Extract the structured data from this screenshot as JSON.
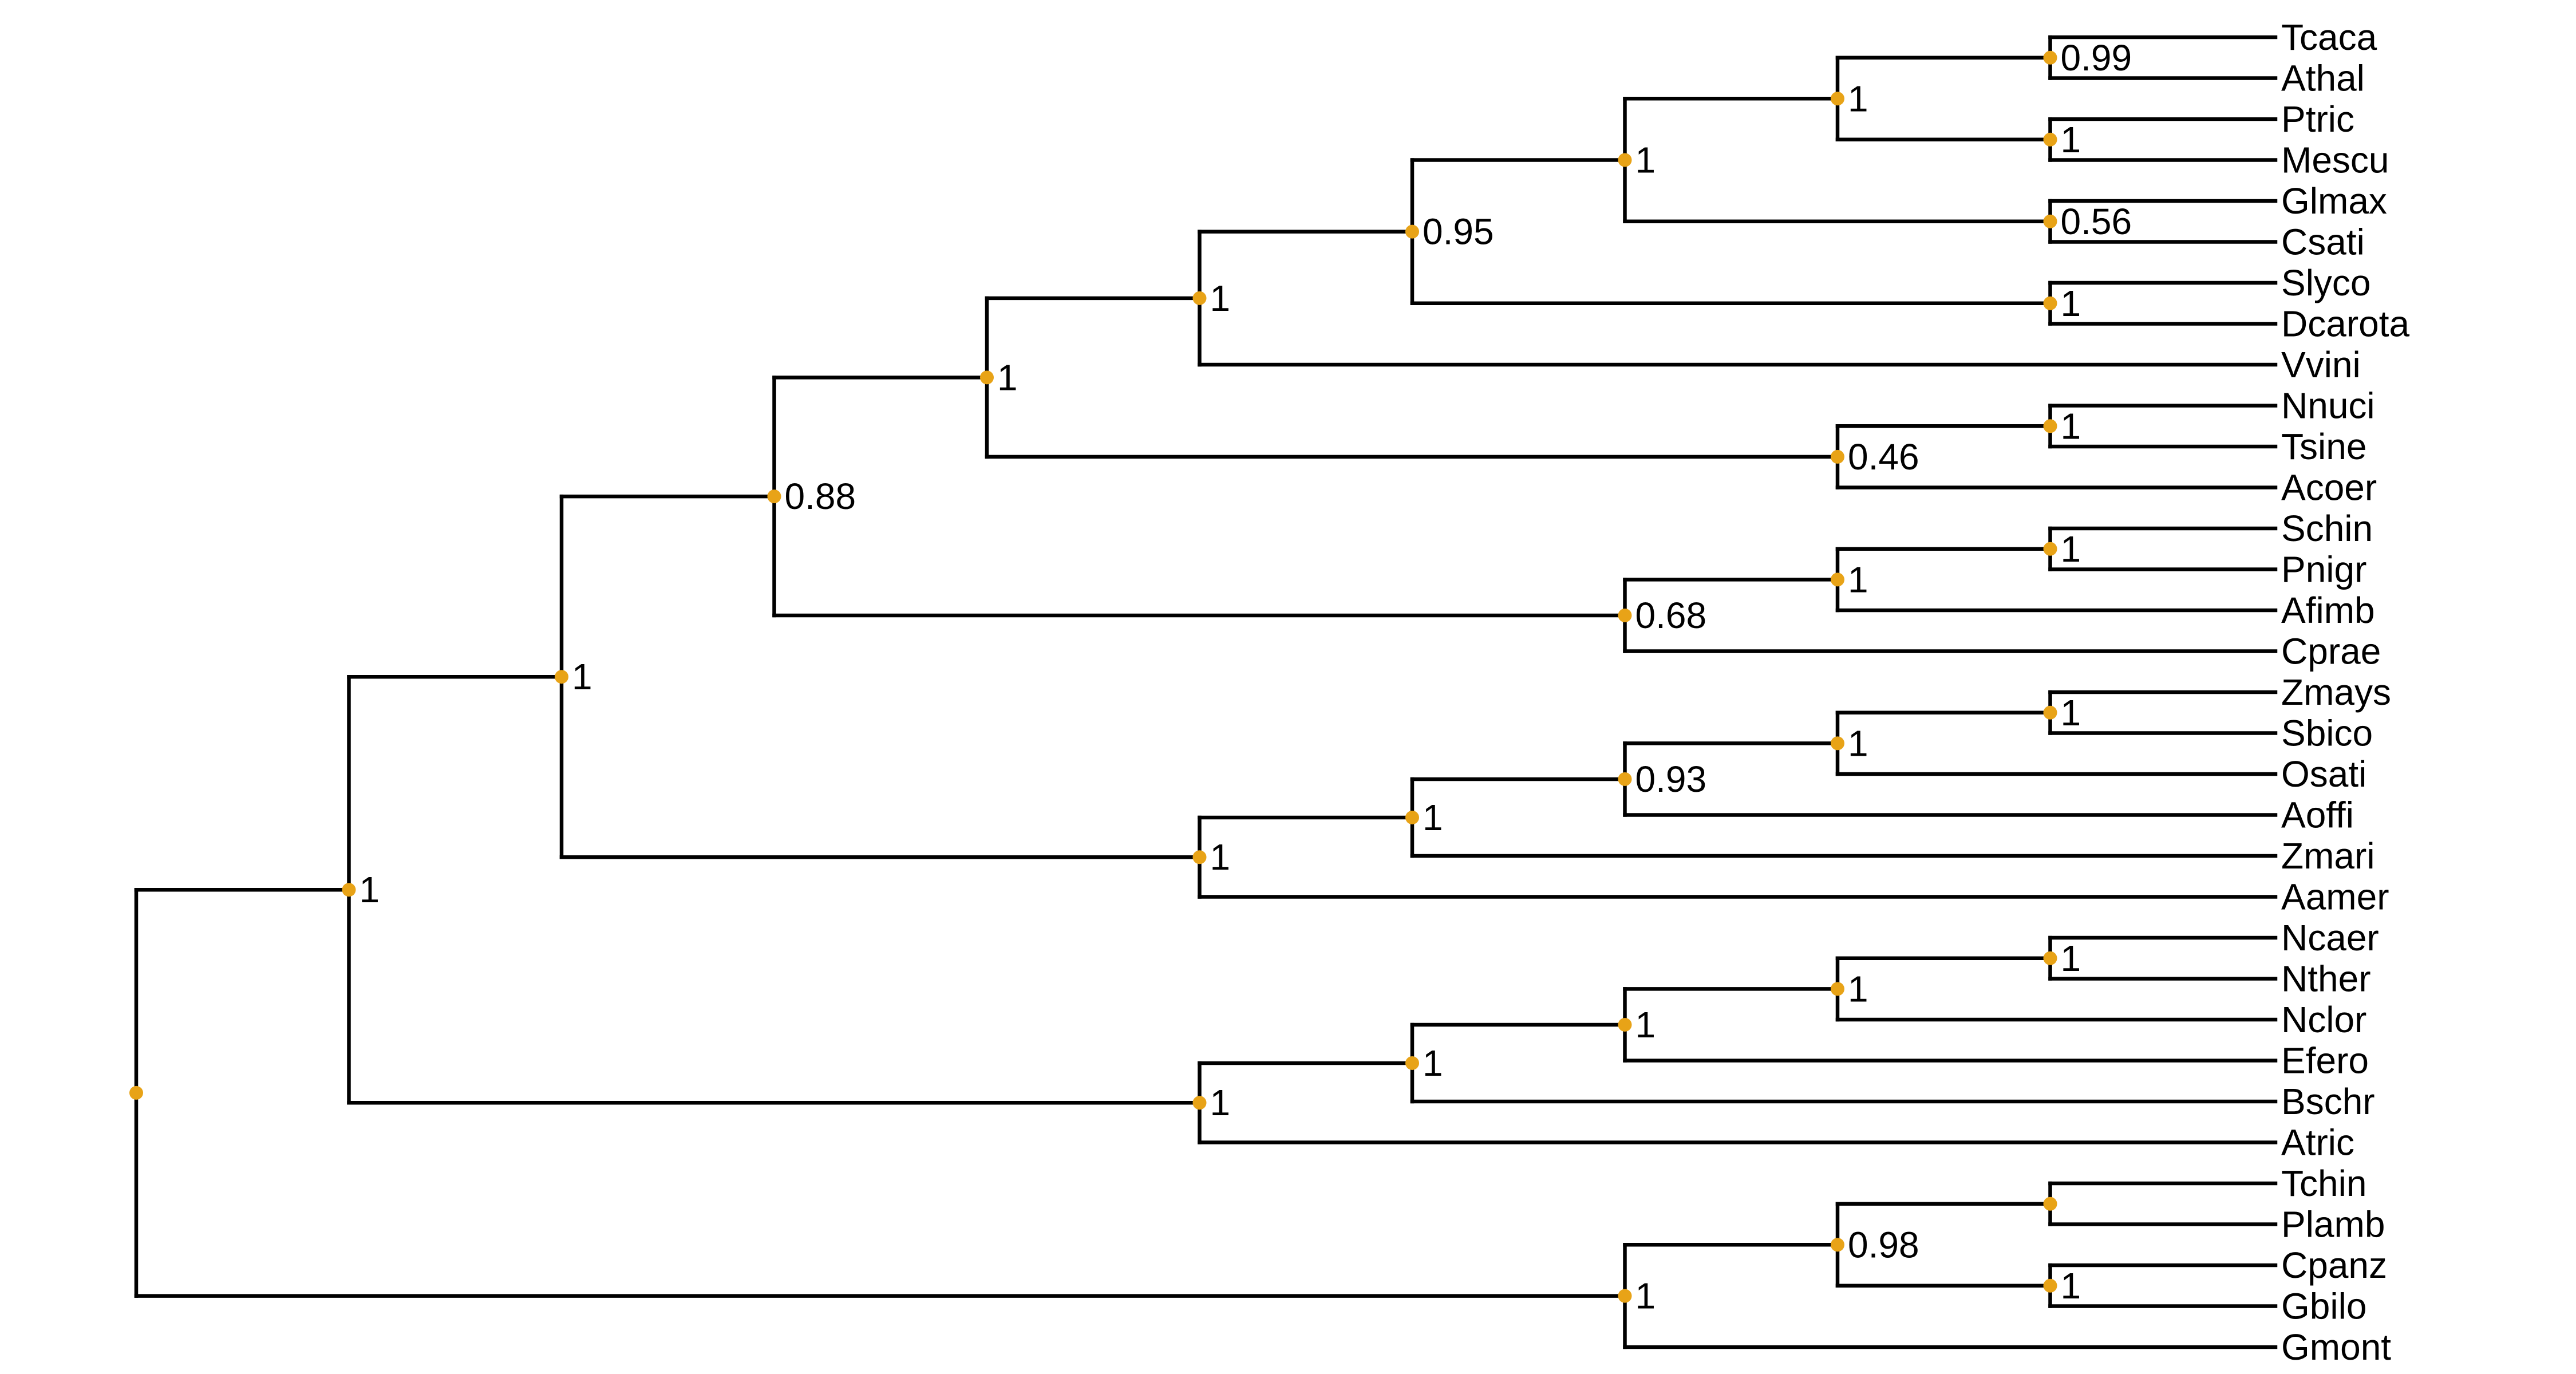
{
  "colors": {
    "branch": "#000000",
    "node_marker": "#E8A317",
    "background": "#ffffff"
  },
  "tree": {
    "type": "phylogenetic-tree",
    "orientation": "left-to-right",
    "tips": [
      "Tcaca",
      "Athal",
      "Ptric",
      "Mescu",
      "Glmax",
      "Csati",
      "Slyco",
      "Dcarota",
      "Vvini",
      "Nnuci",
      "Tsine",
      "Acoer",
      "Schin",
      "Pnigr",
      "Afimb",
      "Cprae",
      "Zmays",
      "Sbico",
      "Osati",
      "Aoffi",
      "Zmari",
      "Aamer",
      "Ncaer",
      "Nther",
      "Nclor",
      "Efero",
      "Bschr",
      "Atric",
      "Tchin",
      "Plamb",
      "Cpanz",
      "Gbilo",
      "Gmont"
    ],
    "nodes": [
      {
        "id": "n01",
        "children": [
          "Tcaca",
          "Athal"
        ],
        "depth": 9,
        "support": "0.99"
      },
      {
        "id": "n02",
        "children": [
          "Ptric",
          "Mescu"
        ],
        "depth": 9,
        "support": "1"
      },
      {
        "id": "n03",
        "children": [
          "n01",
          "n02"
        ],
        "depth": 8,
        "support": "1"
      },
      {
        "id": "n04",
        "children": [
          "Glmax",
          "Csati"
        ],
        "depth": 9,
        "support": "0.56"
      },
      {
        "id": "n05",
        "children": [
          "n03",
          "n04"
        ],
        "depth": 7,
        "support": "1"
      },
      {
        "id": "n06",
        "children": [
          "Slyco",
          "Dcarota"
        ],
        "depth": 9,
        "support": "1"
      },
      {
        "id": "n07",
        "children": [
          "n05",
          "n06"
        ],
        "depth": 6,
        "support": "0.95"
      },
      {
        "id": "n08",
        "children": [
          "n07",
          "Vvini"
        ],
        "depth": 5,
        "support": "1"
      },
      {
        "id": "n09",
        "children": [
          "Nnuci",
          "Tsine"
        ],
        "depth": 9,
        "support": "1"
      },
      {
        "id": "n10",
        "children": [
          "n09",
          "Acoer"
        ],
        "depth": 8,
        "support": "0.46"
      },
      {
        "id": "n11",
        "children": [
          "n08",
          "n10"
        ],
        "depth": 4,
        "support": "1"
      },
      {
        "id": "n12",
        "children": [
          "Schin",
          "Pnigr"
        ],
        "depth": 9,
        "support": "1"
      },
      {
        "id": "n13",
        "children": [
          "n12",
          "Afimb"
        ],
        "depth": 8,
        "support": "1"
      },
      {
        "id": "n14",
        "children": [
          "n13",
          "Cprae"
        ],
        "depth": 7,
        "support": "0.68"
      },
      {
        "id": "n15",
        "children": [
          "n11",
          "n14"
        ],
        "depth": 3,
        "support": "0.88"
      },
      {
        "id": "n16",
        "children": [
          "Zmays",
          "Sbico"
        ],
        "depth": 9,
        "support": "1"
      },
      {
        "id": "n17",
        "children": [
          "n16",
          "Osati"
        ],
        "depth": 8,
        "support": "1"
      },
      {
        "id": "n18",
        "children": [
          "n17",
          "Aoffi"
        ],
        "depth": 7,
        "support": "0.93"
      },
      {
        "id": "n19",
        "children": [
          "n18",
          "Zmari"
        ],
        "depth": 6,
        "support": "1"
      },
      {
        "id": "n20",
        "children": [
          "n19",
          "Aamer"
        ],
        "depth": 5,
        "support": "1"
      },
      {
        "id": "n21",
        "children": [
          "n15",
          "n20"
        ],
        "depth": 2,
        "support": "1"
      },
      {
        "id": "n22",
        "children": [
          "Ncaer",
          "Nther"
        ],
        "depth": 9,
        "support": "1"
      },
      {
        "id": "n23",
        "children": [
          "n22",
          "Nclor"
        ],
        "depth": 8,
        "support": "1"
      },
      {
        "id": "n24",
        "children": [
          "n23",
          "Efero"
        ],
        "depth": 7,
        "support": "1"
      },
      {
        "id": "n25",
        "children": [
          "n24",
          "Bschr"
        ],
        "depth": 6,
        "support": "1"
      },
      {
        "id": "n26",
        "children": [
          "n25",
          "Atric"
        ],
        "depth": 5,
        "support": "1"
      },
      {
        "id": "n27",
        "children": [
          "n21",
          "n26"
        ],
        "depth": 1,
        "support": "1"
      },
      {
        "id": "n28",
        "children": [
          "Tchin",
          "Plamb"
        ],
        "depth": 9,
        "support": ""
      },
      {
        "id": "n29",
        "children": [
          "Cpanz",
          "Gbilo"
        ],
        "depth": 9,
        "support": "1"
      },
      {
        "id": "n30",
        "children": [
          "n28",
          "n29"
        ],
        "depth": 8,
        "support": "0.98"
      },
      {
        "id": "n31",
        "children": [
          "n30",
          "Gmont"
        ],
        "depth": 7,
        "support": "1"
      },
      {
        "id": "root",
        "children": [
          "n27",
          "n31"
        ],
        "depth": 0,
        "support": ""
      }
    ]
  }
}
